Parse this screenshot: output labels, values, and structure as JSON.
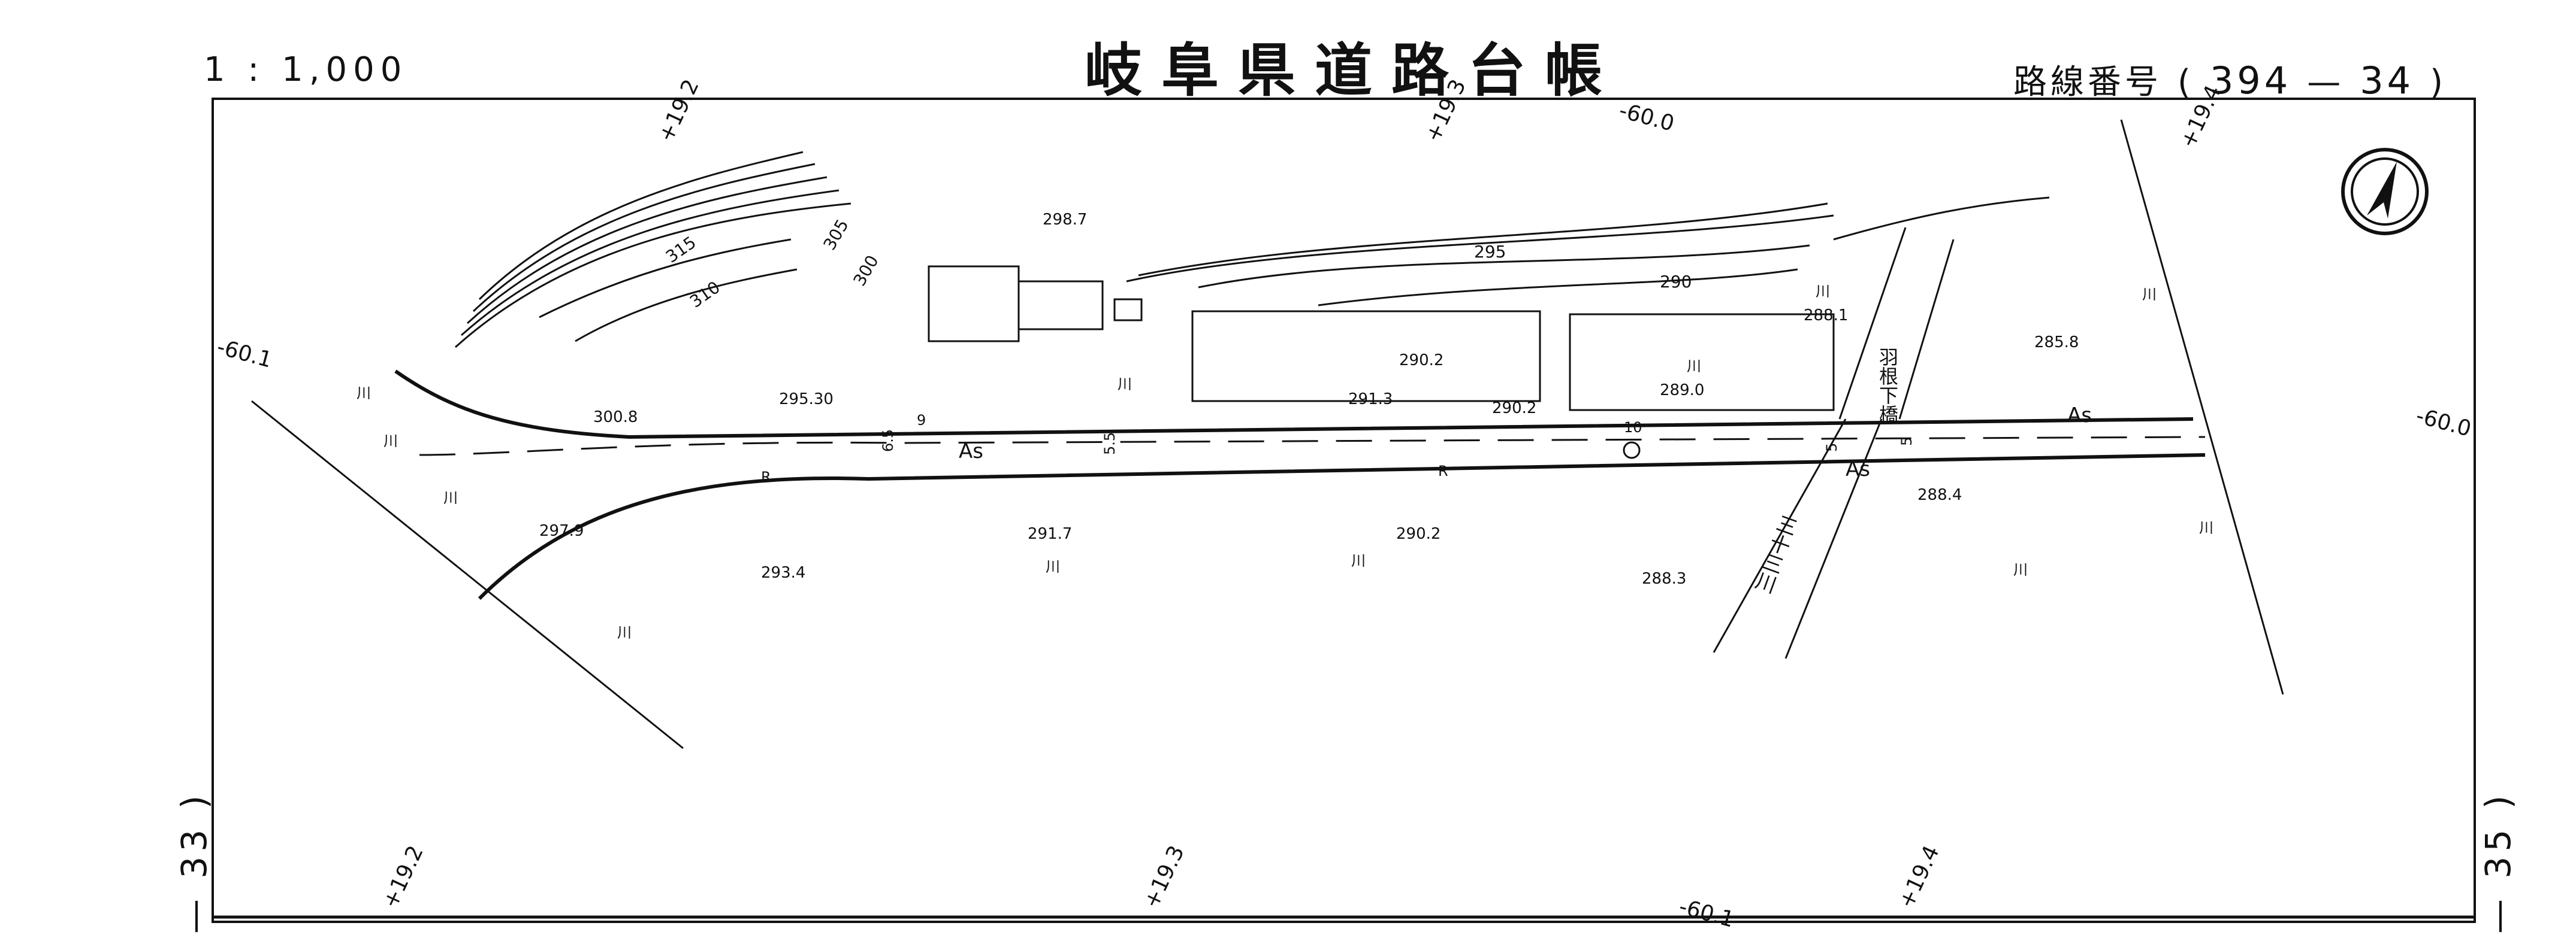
{
  "header": {
    "scale": "1 : 1,000",
    "title": "岐阜県道路台帳",
    "route_prefix": "路線番号",
    "route_open": "(",
    "route_number": "394",
    "route_dash": "—",
    "route_sheet": "34",
    "route_close": ")"
  },
  "side_refs": {
    "left": "— 33 )",
    "right": "— 35 )"
  },
  "grid_labels": {
    "top_192": "+19.2",
    "top_193": "+19.3",
    "top_194": "+19.4",
    "bottom_192": "+19.2",
    "bottom_193": "+19.3",
    "bottom_194": "+19.4",
    "top_600": "-60.0",
    "left_601": "-60.1",
    "right_600": "-60.0",
    "bottom_601": "-60.1"
  },
  "contours": [
    "315",
    "310",
    "305",
    "300",
    "295",
    "290"
  ],
  "elevations": [
    "298.7",
    "288.1",
    "285.8",
    "290.2",
    "289.0",
    "300.8",
    "295.30",
    "291.3",
    "290.2",
    "297.9",
    "291.7",
    "290.2",
    "288.3",
    "293.4",
    "288.4"
  ],
  "road": {
    "surface_1": "As",
    "surface_2": "As",
    "surface_3": "As",
    "widths": [
      "6.5",
      "9",
      "5.5",
      "5",
      "5"
    ],
    "station": "10",
    "curve_1": "R",
    "curve_2": "R"
  },
  "bridge_name": "羽根下橋",
  "river_name": "三十三川",
  "land_marks": [
    "川",
    "川",
    "川",
    "川",
    "川",
    "川",
    "川",
    "川",
    "川",
    "川",
    "川",
    "川"
  ],
  "colors": {
    "ink": "#111111",
    "paper": "#ffffff"
  }
}
